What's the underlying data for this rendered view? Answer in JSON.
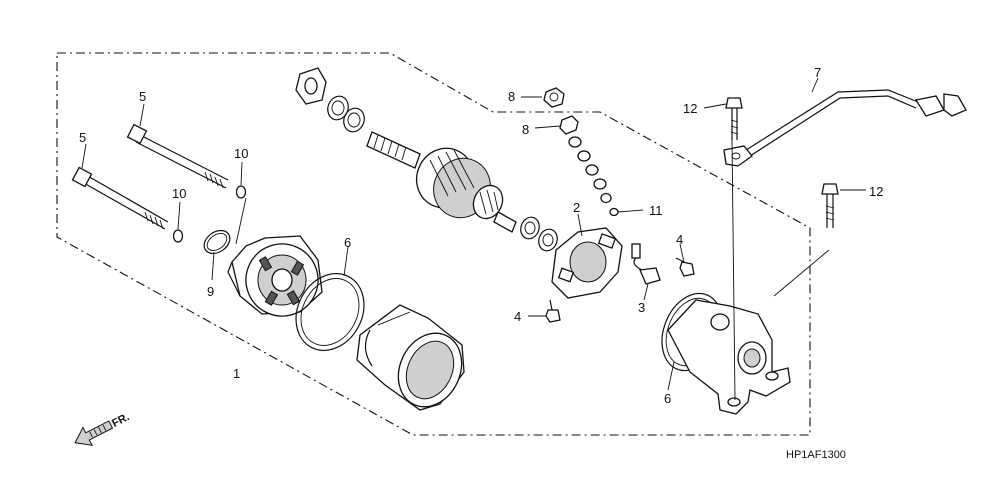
{
  "callouts": {
    "c1": "1",
    "c2": "2",
    "c3": "3",
    "c4a": "4",
    "c4b": "4",
    "c5a": "5",
    "c5b": "5",
    "c6a": "6",
    "c6b": "6",
    "c7": "7",
    "c8a": "8",
    "c8b": "8",
    "c9": "9",
    "c10a": "10",
    "c10b": "10",
    "c11": "11",
    "c12a": "12",
    "c12b": "12"
  },
  "direction_label": "FR.",
  "diagram_code": "HP1AF1300"
}
